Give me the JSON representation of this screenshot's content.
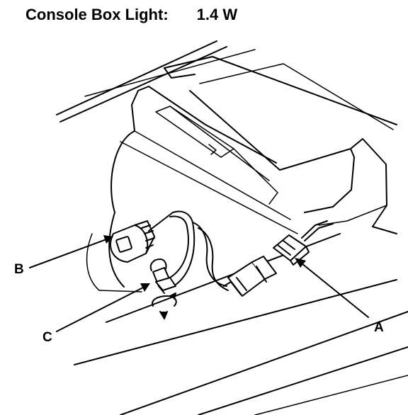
{
  "header": {
    "title": "Console Box Light:",
    "wattage": "1.4 W"
  },
  "callouts": {
    "a": "A",
    "b": "B",
    "c": "C"
  },
  "colors": {
    "ink": "#000000",
    "paper": "#ffffff"
  }
}
